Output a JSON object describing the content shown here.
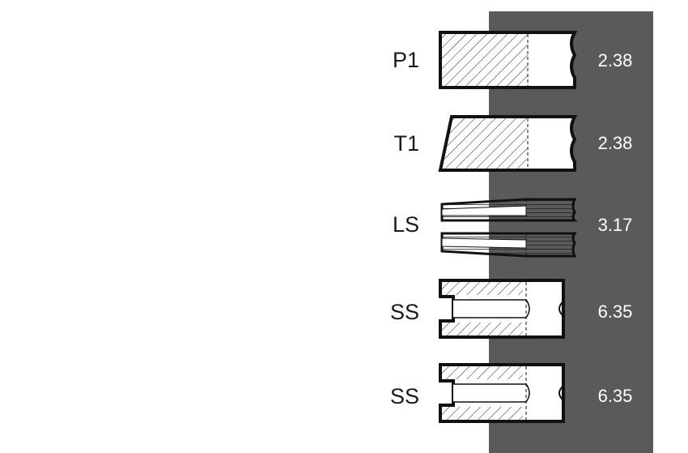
{
  "rings": [
    {
      "code": "P1",
      "value": "2.38",
      "profile": "plain"
    },
    {
      "code": "T1",
      "value": "2.38",
      "profile": "taper"
    },
    {
      "code": "LS",
      "value": "3.17",
      "profile": "split-rail"
    },
    {
      "code": "SS",
      "value": "6.35",
      "profile": "slotted"
    },
    {
      "code": "SS",
      "value": "6.35",
      "profile": "slotted"
    }
  ],
  "colors": {
    "panel": "#5a5a5a",
    "ink": "#1a1a1a",
    "value_text": "#ffffff"
  }
}
